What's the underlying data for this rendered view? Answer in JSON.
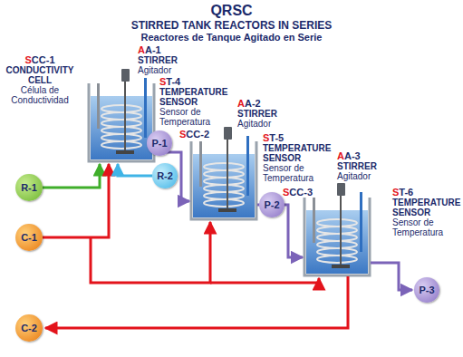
{
  "diagram": {
    "title": "QRSC",
    "nodes": [
      {
        "text": [
          "R-1"
        ]
      },
      {
        "text": [
          "C-1"
        ]
      },
      {
        "text": [
          "P-1"
        ]
      },
      {
        "text": [
          "R-2"
        ]
      },
      {
        "text": [
          "P-2"
        ]
      },
      {
        "text": [
          "P-3"
        ]
      },
      {
        "text": [
          "C-2"
        ]
      }
    ],
    "labels": [
      "STIRRED TANK REACTORS IN SERIES",
      "Reactores de Tanque Agitado en Serie",
      "SCC-1",
      "CONDUCTIVITY CELL",
      "Célula de Conductividad",
      "AA-1",
      "STIRRER",
      "Agitador",
      "ST-4",
      "TEMPERATURE SENSOR",
      "Sensor de Temperatura",
      "AA-2",
      "STIRRER",
      "Agitador",
      "SCC-2",
      "ST-5",
      "TEMPERATURE SENSOR",
      "Sensor de Temperatura",
      "AA-3",
      "STIRRER",
      "Agitador",
      "SCC-3",
      "ST-6",
      "TEMPERATURE SENSOR",
      "Sensor de Temperatura"
    ]
  }
}
